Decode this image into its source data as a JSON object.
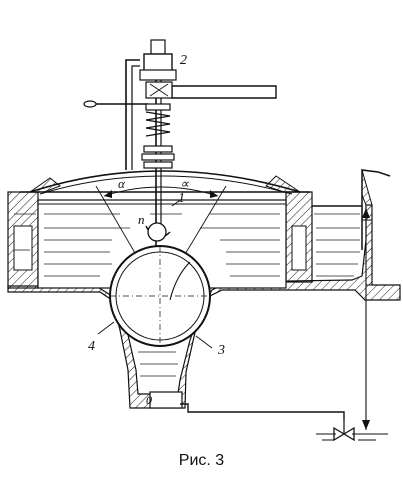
{
  "figure": {
    "caption": "Рис. 3",
    "labels": {
      "part_1": "1",
      "part_2": "2",
      "part_3": "3",
      "part_4": "4",
      "point_n": "n",
      "point_o": "0",
      "angle_left": "α",
      "angle_right": "∝"
    }
  }
}
